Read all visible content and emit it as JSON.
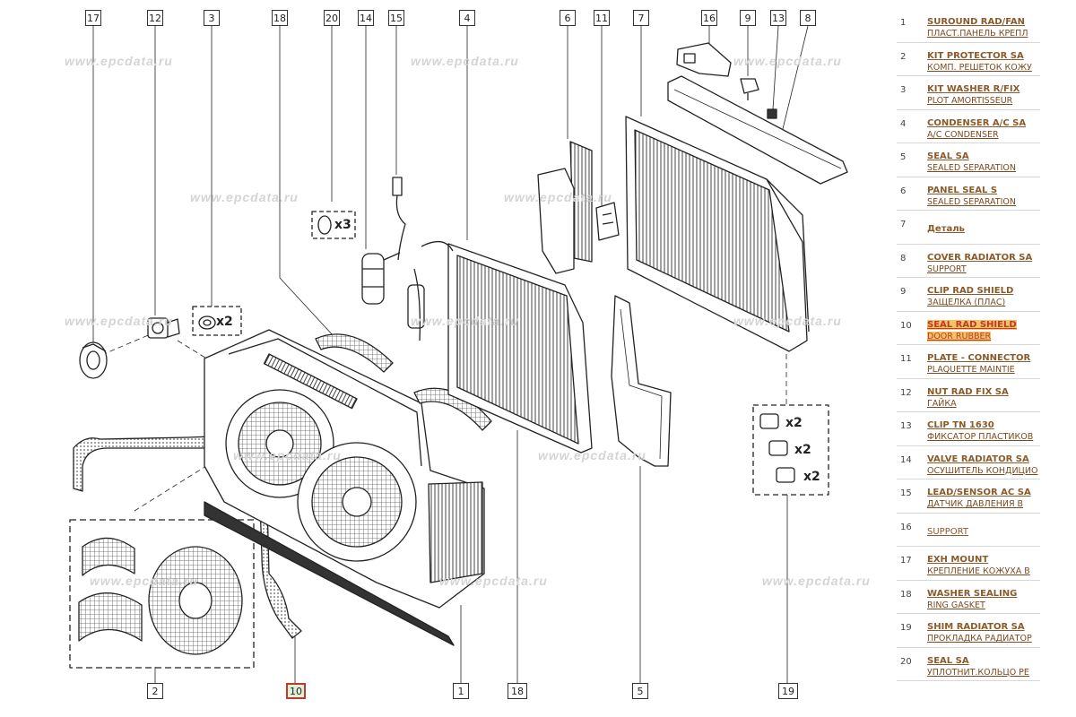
{
  "watermark": "www.epcdata.ru",
  "callouts": [
    "17",
    "12",
    "3",
    "18",
    "20",
    "14",
    "15",
    "4",
    "6",
    "11",
    "7",
    "16",
    "9",
    "13",
    "8",
    "2",
    "10",
    "1",
    "18",
    "5",
    "19"
  ],
  "highlighted_callout": "10",
  "quantities": {
    "q3": "x2",
    "q20": "x3",
    "q19a": "x2",
    "q19b": "x2",
    "q19c": "x2"
  },
  "parts": [
    {
      "num": "1",
      "name": "SUROUND RAD/FAN",
      "desc": "ПЛАСТ.ПАНЕЛЬ КРЕПЛ"
    },
    {
      "num": "2",
      "name": "KIT PROTECTOR SA",
      "desc": "КОМП. РЕШЕТОК КОЖУ"
    },
    {
      "num": "3",
      "name": "KIT WASHER R/FIX",
      "desc": "PLOT AMORTISSEUR"
    },
    {
      "num": "4",
      "name": "CONDENSER A/C SA",
      "desc": "A/C CONDENSER"
    },
    {
      "num": "5",
      "name": "SEAL SA",
      "desc": "SEALED SEPARATION"
    },
    {
      "num": "6",
      "name": "PANEL SEAL S",
      "desc": "SEALED SEPARATION"
    },
    {
      "num": "7",
      "name": "Деталь",
      "desc": ""
    },
    {
      "num": "8",
      "name": "COVER RADIATOR SA",
      "desc": "SUPPORT"
    },
    {
      "num": "9",
      "name": "CLIP RAD SHIELD",
      "desc": "ЗАЩЕЛКА (ПЛАС)"
    },
    {
      "num": "10",
      "name": "SEAL RAD SHIELD",
      "desc": "DOOR RUBBER"
    },
    {
      "num": "11",
      "name": "PLATE - CONNECTOR",
      "desc": "PLAQUETTE MAINTIE"
    },
    {
      "num": "12",
      "name": "NUT RAD FIX SA",
      "desc": "ГАЙКА"
    },
    {
      "num": "13",
      "name": "CLIP TN 1630",
      "desc": "ФИКСАТОР ПЛАСТИКОВ"
    },
    {
      "num": "14",
      "name": "VALVE RADIATOR SA",
      "desc": "ОСУШИТЕЛЬ КОНДИЦИО"
    },
    {
      "num": "15",
      "name": "LEAD/SENSOR AC SA",
      "desc": "ДАТЧИК ДАВЛЕНИЯ В"
    },
    {
      "num": "16",
      "name": "SUPPORT",
      "desc": ""
    },
    {
      "num": "17",
      "name": "EXH MOUNT",
      "desc": "КРЕПЛЕНИЕ КОЖУХА В"
    },
    {
      "num": "18",
      "name": "WASHER SEALING",
      "desc": "RING GASKET"
    },
    {
      "num": "19",
      "name": "SHIM RADIATOR SA",
      "desc": "ПРОКЛАДКА РАДИАТОР"
    },
    {
      "num": "20",
      "name": "SEAL SA",
      "desc": "УПЛОТНИТ.КОЛЬЦО РЕ"
    }
  ],
  "highlighted_part": "10"
}
